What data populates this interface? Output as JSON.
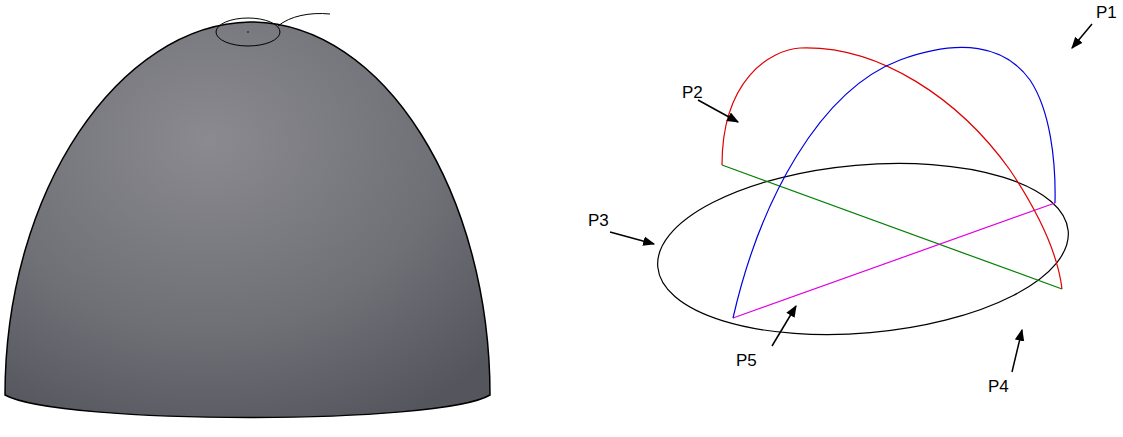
{
  "diagram": {
    "labels": [
      "P1",
      "P2",
      "P3",
      "P5",
      "P4"
    ]
  }
}
